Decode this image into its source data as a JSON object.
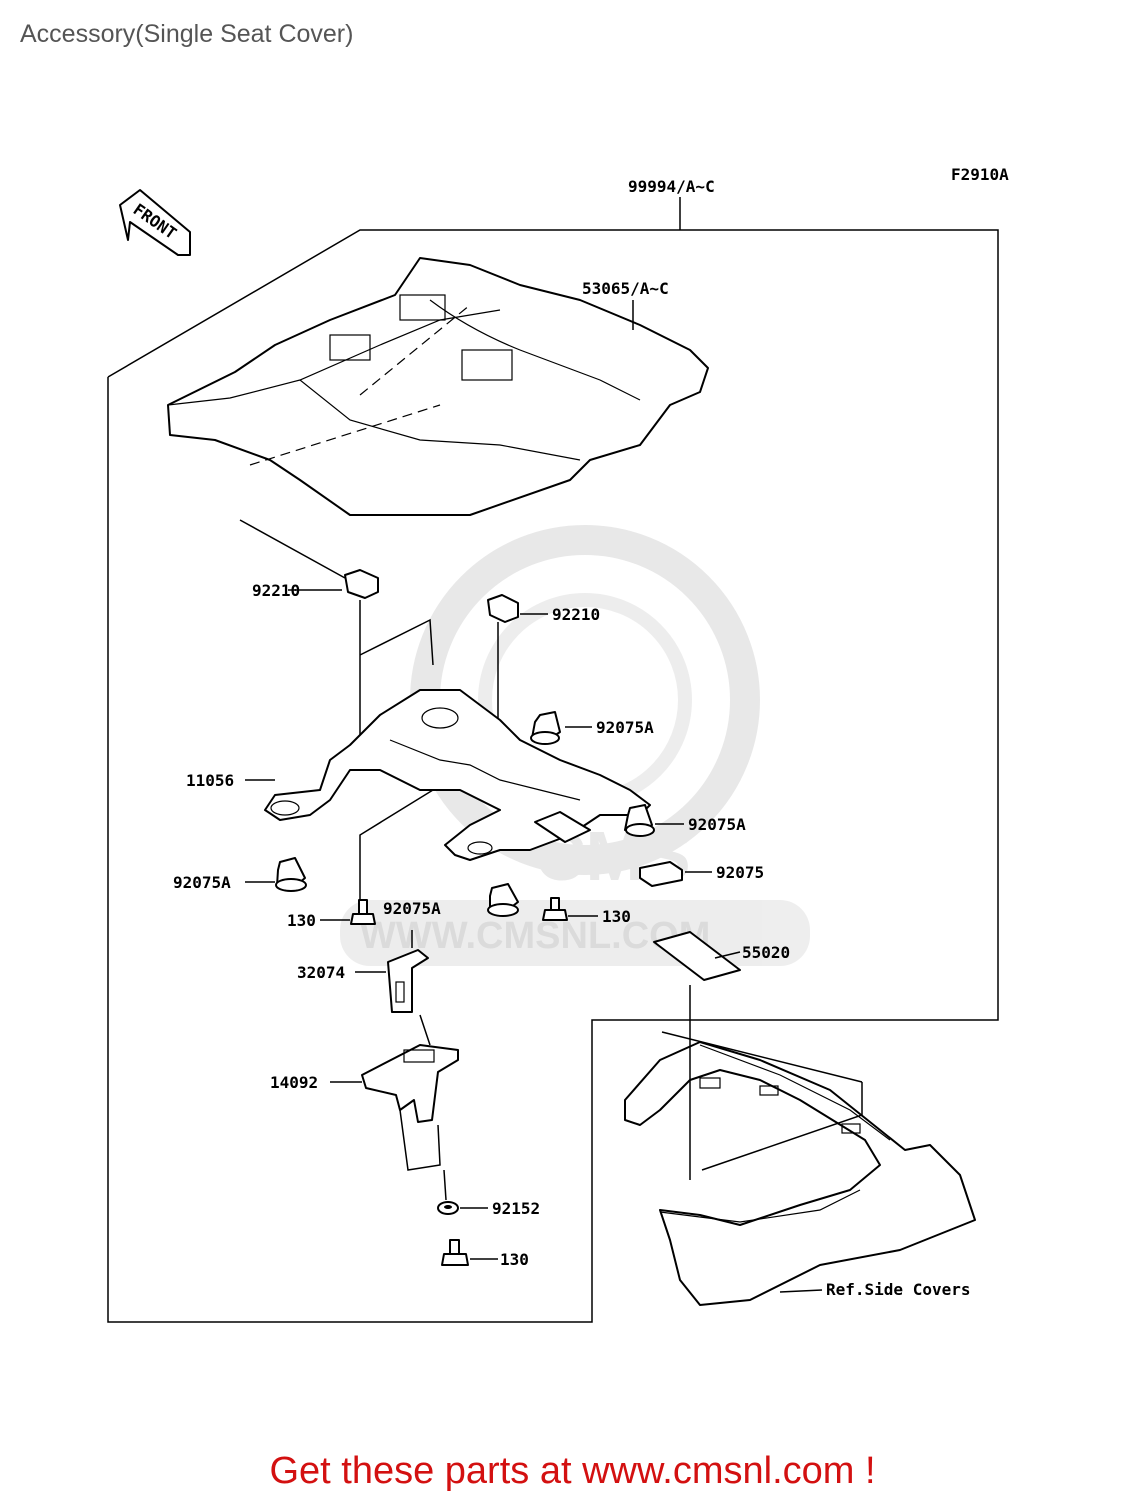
{
  "page": {
    "title": "Accessory(Single Seat Cover)",
    "cta": "Get these parts at www.cmsnl.com !"
  },
  "diagram": {
    "figure_code": "F2910A",
    "front_label": "FRONT",
    "watermark_text": "WWW.CMSNL.COM",
    "watermark_logo": "CMS",
    "callouts": {
      "kit": "99994/A~C",
      "seat_cover": "53065/A~C",
      "nut_left": "92210",
      "nut_right": "92210",
      "bracket": "11056",
      "damper_upper_right": "92075A",
      "damper_mid_right": "92075A",
      "damper_left": "92075A",
      "damper_center": "92075A",
      "damper_pad": "92075",
      "bolt_left": "130",
      "bolt_right": "130",
      "bolt_bottom": "130",
      "plate": "32074",
      "holder": "14092",
      "washer": "92152",
      "label": "55020",
      "ref_side_covers": "Ref.Side Covers"
    }
  },
  "colors": {
    "title": "#555555",
    "cta": "#d31010",
    "watermark": "#e6e6e6",
    "line": "#000000"
  }
}
